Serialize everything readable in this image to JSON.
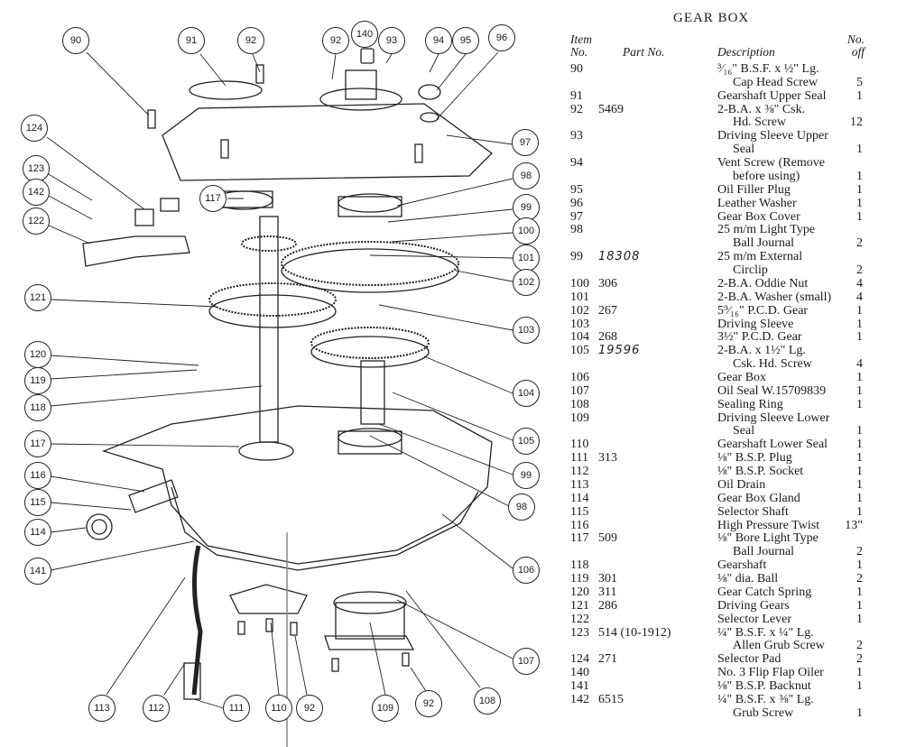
{
  "title": "GEAR BOX",
  "headers": {
    "item": [
      "Item",
      "No."
    ],
    "part": "Part No.",
    "description": "Description",
    "qty": [
      "No.",
      "off"
    ]
  },
  "items": [
    {
      "item": "90",
      "part": "",
      "desc": [
        "³⁄₁₆\" B.S.F. x ½\" Lg.",
        "Cap Head Screw"
      ],
      "qty": "5"
    },
    {
      "item": "91",
      "part": "",
      "desc": [
        "Gearshaft Upper Seal"
      ],
      "qty": "1"
    },
    {
      "item": "92",
      "part": "5469",
      "desc": [
        "2-B.A. x ⅜\" Csk.",
        "Hd. Screw"
      ],
      "qty": "12"
    },
    {
      "item": "93",
      "part": "",
      "desc": [
        "Driving Sleeve Upper",
        "Seal"
      ],
      "qty": "1"
    },
    {
      "item": "94",
      "part": "",
      "desc": [
        "Vent Screw (Remove",
        "before using)"
      ],
      "qty": "1"
    },
    {
      "item": "95",
      "part": "",
      "desc": [
        "Oil Filler Plug"
      ],
      "qty": "1"
    },
    {
      "item": "96",
      "part": "",
      "desc": [
        "Leather Washer"
      ],
      "qty": "1"
    },
    {
      "item": "97",
      "part": "",
      "desc": [
        "Gear Box Cover"
      ],
      "qty": "1"
    },
    {
      "item": "98",
      "part": "",
      "desc": [
        "25 m/m Light Type",
        "Ball Journal"
      ],
      "qty": "2"
    },
    {
      "item": "99",
      "part": "18308",
      "hand": true,
      "desc": [
        "25 m/m External",
        "Circlip"
      ],
      "qty": "2"
    },
    {
      "item": "100",
      "part": "306",
      "desc": [
        "2-B.A. Oddie Nut"
      ],
      "qty": "4"
    },
    {
      "item": "101",
      "part": "",
      "desc": [
        "2-B.A. Washer (small)"
      ],
      "qty": "4"
    },
    {
      "item": "102",
      "part": "267",
      "desc": [
        "5⁹⁄₁₆\" P.C.D. Gear"
      ],
      "qty": "1"
    },
    {
      "item": "103",
      "part": "",
      "desc": [
        "Driving Sleeve"
      ],
      "qty": "1"
    },
    {
      "item": "104",
      "part": "268",
      "desc": [
        "3½\" P.C.D. Gear"
      ],
      "qty": "1"
    },
    {
      "item": "105",
      "part": "19596",
      "hand": true,
      "desc": [
        "2-B.A. x 1½\" Lg.",
        "Csk. Hd. Screw"
      ],
      "qty": "4"
    },
    {
      "item": "106",
      "part": "",
      "desc": [
        "Gear Box"
      ],
      "qty": "1"
    },
    {
      "item": "107",
      "part": "",
      "desc": [
        "Oil Seal W.15709839"
      ],
      "qty": "1"
    },
    {
      "item": "108",
      "part": "",
      "desc": [
        "Sealing Ring"
      ],
      "qty": "1"
    },
    {
      "item": "109",
      "part": "",
      "desc": [
        "Driving Sleeve Lower",
        "Seal"
      ],
      "qty": "1"
    },
    {
      "item": "110",
      "part": "",
      "desc": [
        "Gearshaft Lower Seal"
      ],
      "qty": "1"
    },
    {
      "item": "111",
      "part": "313",
      "desc": [
        "⅛\" B.S.P. Plug"
      ],
      "qty": "1"
    },
    {
      "item": "112",
      "part": "",
      "desc": [
        "⅛\" B.S.P. Socket"
      ],
      "qty": "1"
    },
    {
      "item": "113",
      "part": "",
      "desc": [
        "Oil Drain"
      ],
      "qty": "1"
    },
    {
      "item": "114",
      "part": "",
      "desc": [
        "Gear Box Gland"
      ],
      "qty": "1"
    },
    {
      "item": "115",
      "part": "",
      "desc": [
        "Selector Shaft"
      ],
      "qty": "1"
    },
    {
      "item": "116",
      "part": "",
      "desc": [
        "High Pressure Twist"
      ],
      "qty": "13\""
    },
    {
      "item": "117",
      "part": "509",
      "desc": [
        "⅛\" Bore Light Type",
        "Ball Journal"
      ],
      "qty": "2"
    },
    {
      "item": "118",
      "part": "",
      "desc": [
        "Gearshaft"
      ],
      "qty": "1"
    },
    {
      "item": "119",
      "part": "301",
      "desc": [
        "⅛\" dia. Ball"
      ],
      "qty": "2"
    },
    {
      "item": "120",
      "part": "311",
      "desc": [
        "Gear Catch Spring"
      ],
      "qty": "1"
    },
    {
      "item": "121",
      "part": "286",
      "desc": [
        "Driving Gears"
      ],
      "qty": "1"
    },
    {
      "item": "122",
      "part": "",
      "desc": [
        "Selector Lever"
      ],
      "qty": "1"
    },
    {
      "item": "123",
      "part": "514 (10-1912)",
      "desc": [
        "¼\" B.S.F. x ¼\" Lg.",
        "Allen Grub Screw"
      ],
      "qty": "2"
    },
    {
      "item": "124",
      "part": "271",
      "desc": [
        "Selector Pad"
      ],
      "qty": "2"
    },
    {
      "item": "140",
      "part": "",
      "desc": [
        "No. 3 Flip Flap Oiler"
      ],
      "qty": "1"
    },
    {
      "item": "141",
      "part": "",
      "desc": [
        "⅛\" B.S.P. Backnut"
      ],
      "qty": "1"
    },
    {
      "item": "142",
      "part": "6515",
      "desc": [
        "¼\" B.S.F. x ⅜\" Lg.",
        "Grub Screw"
      ],
      "qty": "1"
    }
  ],
  "callouts": [
    "90",
    "91",
    "92",
    "92",
    "140",
    "93",
    "94",
    "95",
    "96",
    "124",
    "97",
    "123",
    "142",
    "122",
    "117",
    "98",
    "99",
    "100",
    "101",
    "102",
    "121",
    "103",
    "120",
    "119",
    "118",
    "104",
    "105",
    "117",
    "99",
    "116",
    "115",
    "98",
    "114",
    "141",
    "106",
    "107",
    "113",
    "112",
    "111",
    "110",
    "92",
    "109",
    "92",
    "108"
  ],
  "colors": {
    "ink": "#1a1a1a",
    "paper": "#ffffff"
  }
}
